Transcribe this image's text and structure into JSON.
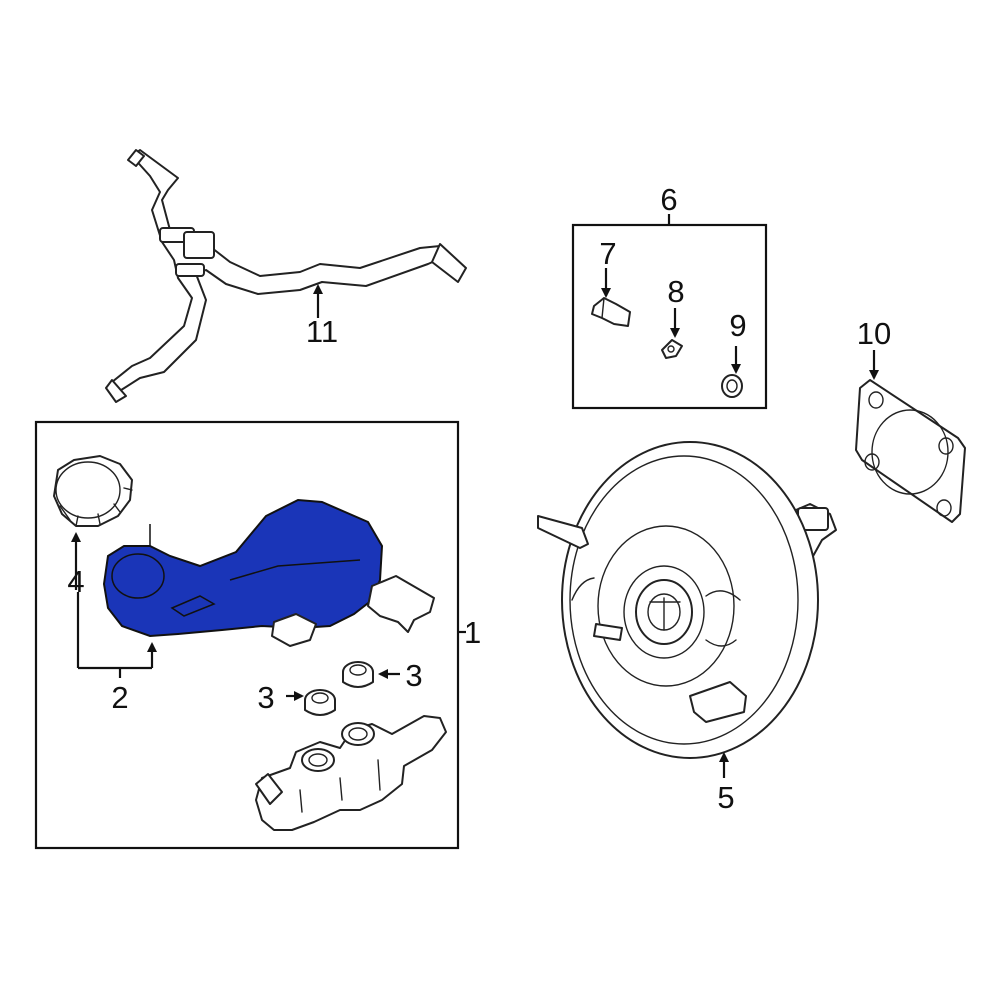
{
  "diagram": {
    "highlight_color": "#1a35b8",
    "callouts": {
      "n1": "1",
      "n2": "2",
      "n3a": "3",
      "n3b": "3",
      "n4": "4",
      "n5": "5",
      "n6": "6",
      "n7": "7",
      "n8": "8",
      "n9": "9",
      "n10": "10",
      "n11": "11"
    },
    "parts": [
      "brake-fluid-reservoir",
      "reservoir-cap",
      "reservoir-grommet",
      "master-cylinder",
      "brake-booster",
      "hardware-kit",
      "booster-stud",
      "clip",
      "seal-washer",
      "booster-gasket",
      "vacuum-hose"
    ]
  }
}
